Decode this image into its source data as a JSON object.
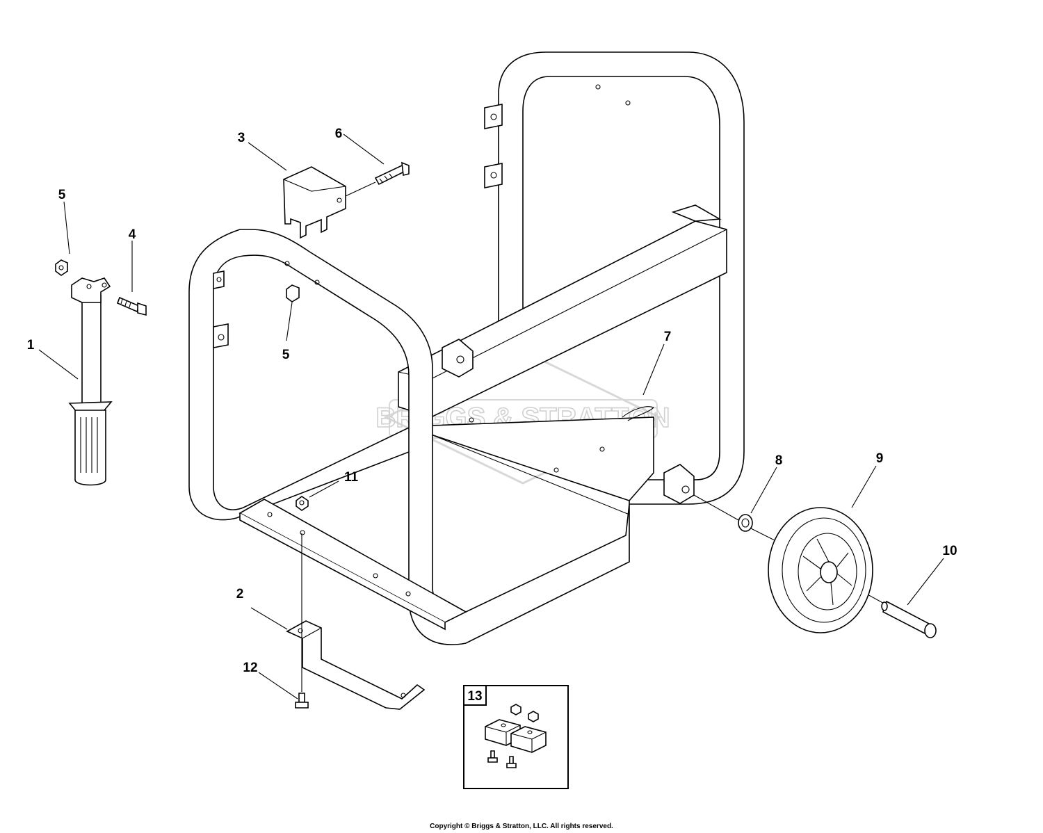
{
  "watermark": "BRIGGS & STRATTON",
  "callouts": [
    {
      "id": "label-1",
      "text": "1"
    },
    {
      "id": "label-2",
      "text": "2"
    },
    {
      "id": "label-3",
      "text": "3"
    },
    {
      "id": "label-4",
      "text": "4"
    },
    {
      "id": "label-5a",
      "text": "5"
    },
    {
      "id": "label-5b",
      "text": "5"
    },
    {
      "id": "label-6",
      "text": "6"
    },
    {
      "id": "label-7",
      "text": "7"
    },
    {
      "id": "label-8",
      "text": "8"
    },
    {
      "id": "label-9",
      "text": "9"
    },
    {
      "id": "label-10",
      "text": "10"
    },
    {
      "id": "label-11",
      "text": "11"
    },
    {
      "id": "label-12",
      "text": "12"
    }
  ],
  "kit": {
    "label": "13"
  },
  "copyright": "Copyright © Briggs & Stratton, LLC. All rights reserved."
}
